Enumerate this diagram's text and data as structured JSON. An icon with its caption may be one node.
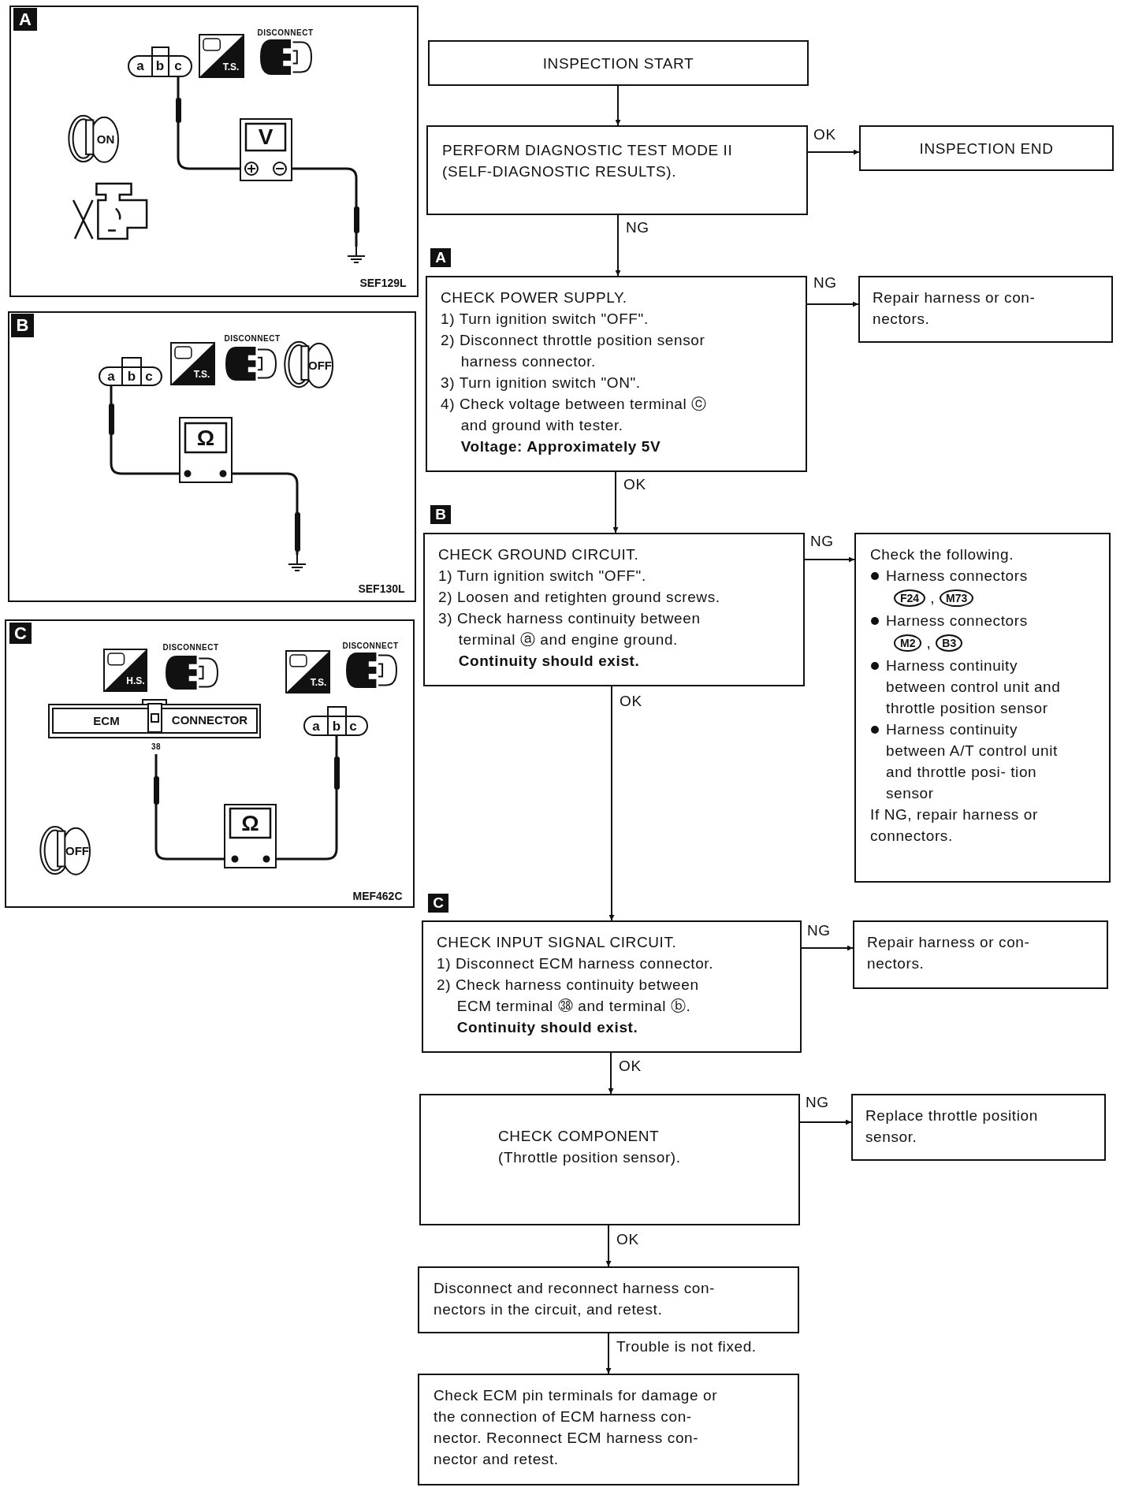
{
  "diagram": {
    "nodes": [
      {
        "text": [
          "INSPECTION START"
        ]
      },
      {
        "text": [
          "PERFORM DIAGNOSTIC TEST MODE II (SELF-DIAGNOSTIC RESULTS)."
        ]
      },
      {
        "text": [
          "INSPECTION END"
        ]
      },
      {
        "text": [
          "CHECK POWER SUPPLY.",
          "1) Turn ignition switch \"OFF\".",
          "2) Disconnect throttle position sensor harness connector.",
          "3) Turn ignition switch \"ON\".",
          "4) Check voltage between terminal ⓒ and ground with tester.",
          "Voltage: Approximately 5V"
        ],
        "beside": [
          "A"
        ]
      },
      {
        "text": [
          "Repair harness or con- nectors."
        ]
      },
      {
        "text": [
          "CHECK GROUND CIRCUIT.",
          "1) Turn ignition switch \"OFF\".",
          "2) Loosen and retighten ground screws.",
          "3) Check harness continuity between terminal ⓐ and engine ground.",
          "Continuity should exist."
        ],
        "beside": [
          "B"
        ]
      },
      {
        "text": [
          "Check the following.",
          "Harness connectors",
          "F24",
          ",",
          "M73",
          "Harness connectors",
          "M2",
          ",",
          "B3",
          "Harness continuity between control unit and throttle position sensor",
          "Harness continuity between A/T control unit and throttle posi- tion sensor",
          "If NG, repair harness or connectors."
        ]
      },
      {
        "text": [
          "CHECK INPUT SIGNAL CIRCUIT.",
          "1) Disconnect ECM harness connector.",
          "2) Check harness continuity between ECM terminal ㊳ and terminal ⓑ.",
          "Continuity should exist."
        ],
        "beside": [
          "C"
        ]
      },
      {
        "text": [
          "Repair harness or con- nectors."
        ]
      },
      {
        "text": [
          "CHECK COMPONENT",
          "(Throttle position sensor)."
        ]
      },
      {
        "text": [
          "Replace throttle position sensor."
        ]
      },
      {
        "text": [
          "Disconnect and reconnect harness con- nectors in the circuit, and retest."
        ]
      },
      {
        "text": [
          "Check ECM pin terminals for damage or the connection of ECM harness con- nector. Reconnect ECM harness con- nector and retest."
        ]
      },
      {
        "text": [
          "A",
          "a",
          "b",
          "c",
          "T.S.",
          "DISCONNECT",
          "ON",
          "V",
          "SEF129L"
        ]
      },
      {
        "text": [
          "B",
          "a",
          "b",
          "c",
          "T.S.",
          "DISCONNECT",
          "OFF",
          "Ω",
          "SEF130L"
        ]
      },
      {
        "text": [
          "C",
          "H.S.",
          "DISCONNECT",
          "T.S.",
          "DISCONNECT",
          "ECM",
          "CONNECTOR",
          "38",
          "a",
          "b",
          "c",
          "Ω",
          "OFF",
          "MEF462C"
        ]
      }
    ],
    "edges": [
      {
        "from": 0,
        "to": 1,
        "arrow": "to"
      },
      {
        "from": 1,
        "to": 2,
        "arrow": "to",
        "label": "OK"
      },
      {
        "from": 1,
        "to": 3,
        "arrow": "to",
        "label": "NG"
      },
      {
        "from": 3,
        "to": 4,
        "arrow": "to",
        "label": "NG"
      },
      {
        "from": 3,
        "to": 5,
        "arrow": "to",
        "label": "OK"
      },
      {
        "from": 5,
        "to": 6,
        "arrow": "to",
        "label": "NG"
      },
      {
        "from": 5,
        "to": 7,
        "arrow": "to",
        "label": "OK"
      },
      {
        "from": 7,
        "to": 8,
        "arrow": "to",
        "label": "NG"
      },
      {
        "from": 7,
        "to": 9,
        "arrow": "to",
        "label": "OK"
      },
      {
        "from": 9,
        "to": 10,
        "arrow": "to",
        "label": "NG"
      },
      {
        "from": 9,
        "to": 11,
        "arrow": "to",
        "label": "OK"
      },
      {
        "from": 11,
        "to": 12,
        "arrow": "to",
        "label": "Trouble is not fixed."
      }
    ]
  }
}
